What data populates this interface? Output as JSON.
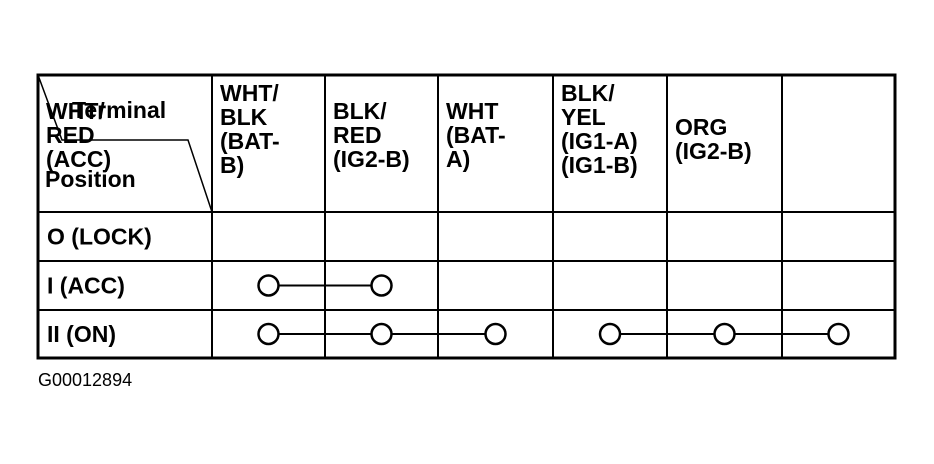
{
  "header": {
    "terminal_label": "Terminal",
    "position_label": "Position"
  },
  "columns": [
    {
      "lines": [
        "WHT/",
        "RED",
        "(ACC)"
      ]
    },
    {
      "lines": [
        "WHT/",
        "BLK",
        "(BAT-",
        "B)"
      ]
    },
    {
      "lines": [
        "BLK/",
        "RED",
        "(IG2-B)"
      ]
    },
    {
      "lines": [
        "WHT",
        "(BAT-",
        "A)"
      ]
    },
    {
      "lines": [
        "BLK/",
        "YEL",
        "(IG1-A)",
        "(IG1-B)"
      ]
    },
    {
      "lines": [
        "ORG",
        "(IG2-B)"
      ]
    }
  ],
  "rows": [
    {
      "label": "O (LOCK)",
      "circles": []
    },
    {
      "label": "I (ACC)",
      "circles": [
        0,
        1
      ],
      "connections": [
        [
          0,
          1
        ]
      ]
    },
    {
      "label": "II (ON)",
      "circles": [
        0,
        1,
        2,
        3,
        4,
        5
      ],
      "connections": [
        [
          0,
          1
        ],
        [
          1,
          2
        ],
        [
          3,
          4
        ],
        [
          4,
          5
        ]
      ]
    }
  ],
  "figure_id": "G00012894"
}
